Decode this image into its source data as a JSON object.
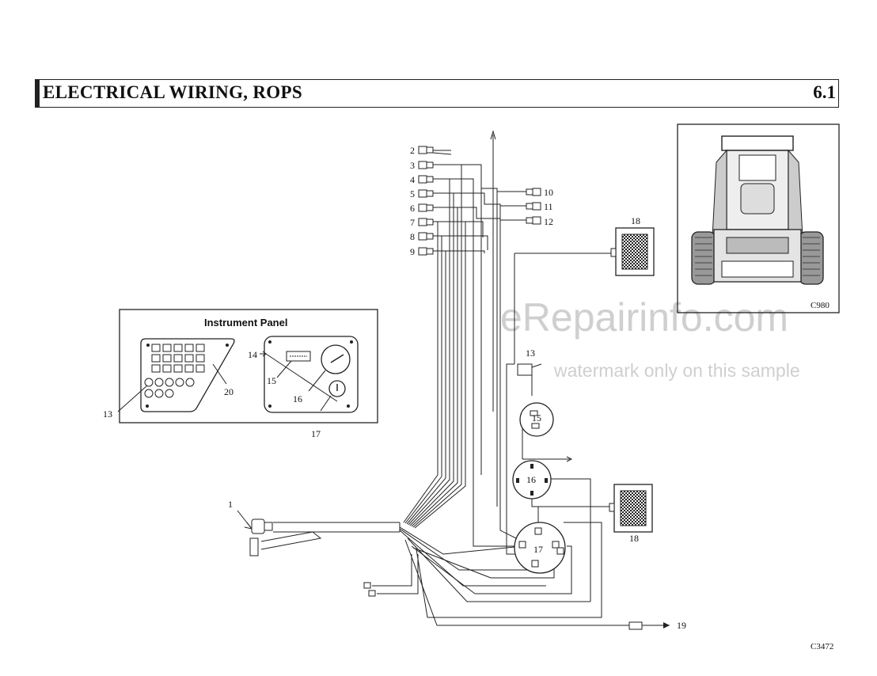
{
  "header": {
    "title": "ELECTRICAL WIRING, ROPS",
    "section": "6.1"
  },
  "instrument_panel": {
    "title": "Instrument Panel"
  },
  "labels": {
    "n1": "1",
    "n2": "2",
    "n3": "3",
    "n4": "4",
    "n5": "5",
    "n6": "6",
    "n7": "7",
    "n8": "8",
    "n9": "9",
    "n10": "10",
    "n11": "11",
    "n12": "12",
    "n13_main": "13",
    "n13_panel": "13",
    "n14": "14",
    "n15_panel": "15",
    "n15_main": "15",
    "n16_panel": "16",
    "n16_main": "16",
    "n17_panel": "17",
    "n17_main": "17",
    "n18_top": "18",
    "n18_bottom": "18",
    "n19": "19",
    "n20": "20"
  },
  "codes": {
    "machine": "C980",
    "figure": "C3472"
  },
  "watermark": {
    "line1": "eRepairinfo.com",
    "line2": "watermark only on this sample"
  }
}
